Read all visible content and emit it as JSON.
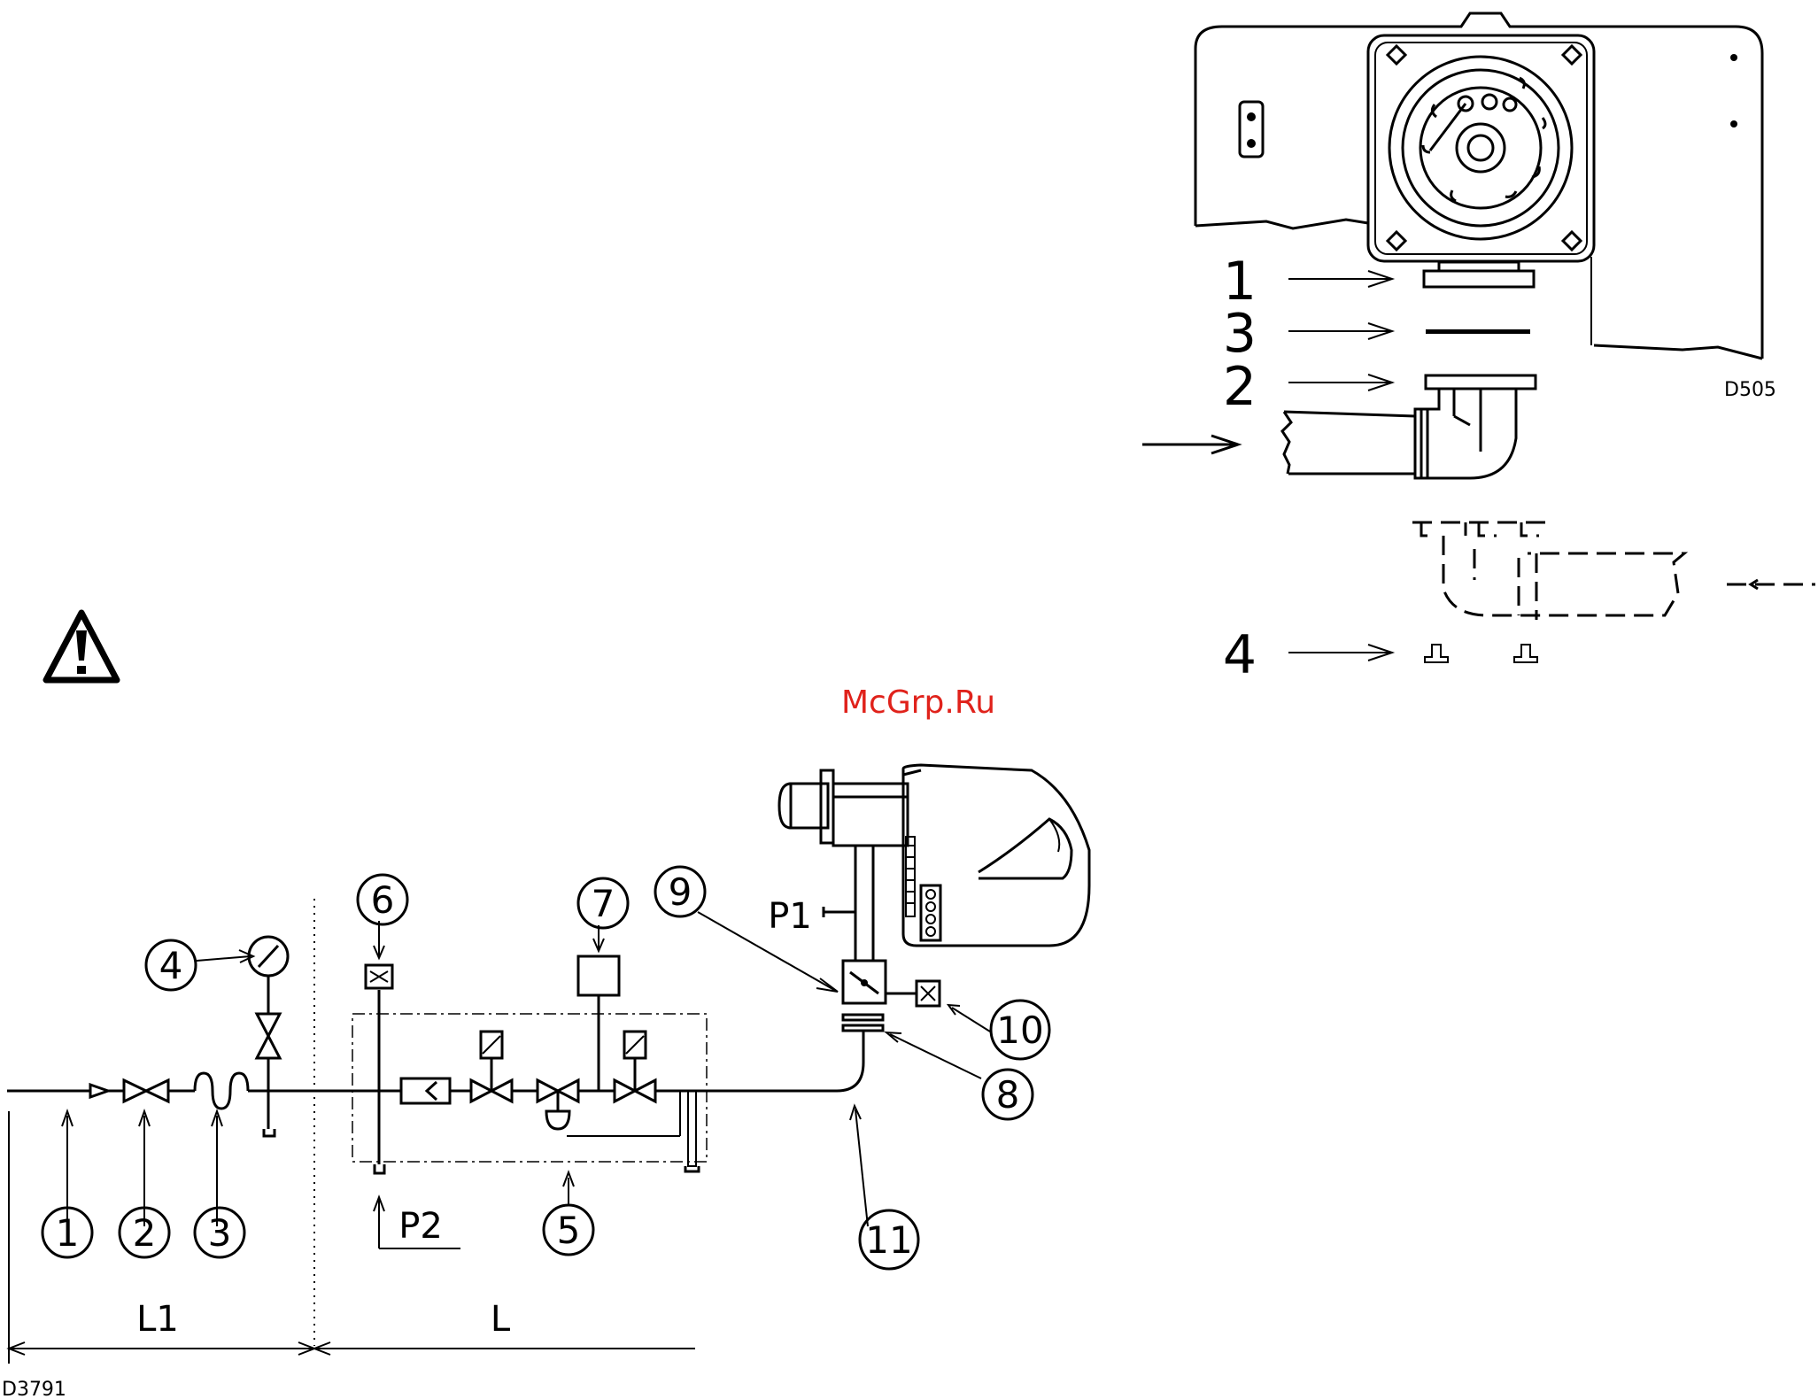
{
  "watermark": "McGrp.Ru",
  "top_figure": {
    "code": "D505",
    "labels": [
      "1",
      "3",
      "2",
      "4"
    ]
  },
  "bottom_figure": {
    "code": "D3791",
    "numbers": [
      "1",
      "2",
      "3",
      "4",
      "5",
      "6",
      "7",
      "8",
      "9",
      "10",
      "11"
    ],
    "pressure_labels": {
      "p1": "P1",
      "p2": "P2"
    },
    "dimensions": {
      "l1": "L1",
      "l": "L"
    }
  },
  "warning_icon": "warning-triangle-icon"
}
